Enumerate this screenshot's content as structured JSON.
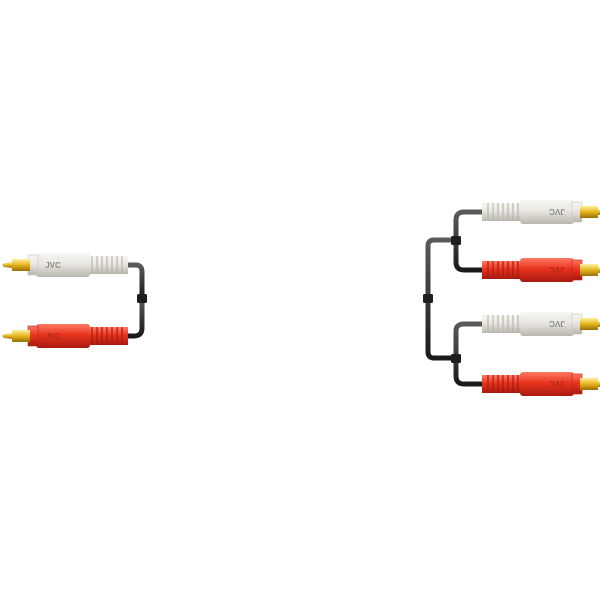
{
  "image": {
    "subject": "rca-audio-y-splitter-cable",
    "background_color": "#ffffff"
  },
  "brand": {
    "logo_text": "JVC"
  },
  "colors": {
    "cable": "#2b2b2b",
    "white_housing": "#e6e4de",
    "red_housing": "#e0301e",
    "gold_tip": "#e2b419"
  },
  "connectors": {
    "left": [
      {
        "color": "white",
        "brand_label": "JVC"
      },
      {
        "color": "red",
        "brand_label": "JVC"
      }
    ],
    "right": [
      {
        "color": "white",
        "brand_label": "JVC"
      },
      {
        "color": "red",
        "brand_label": "JVC"
      },
      {
        "color": "white",
        "brand_label": "JVC"
      },
      {
        "color": "red",
        "brand_label": "JVC"
      }
    ]
  }
}
